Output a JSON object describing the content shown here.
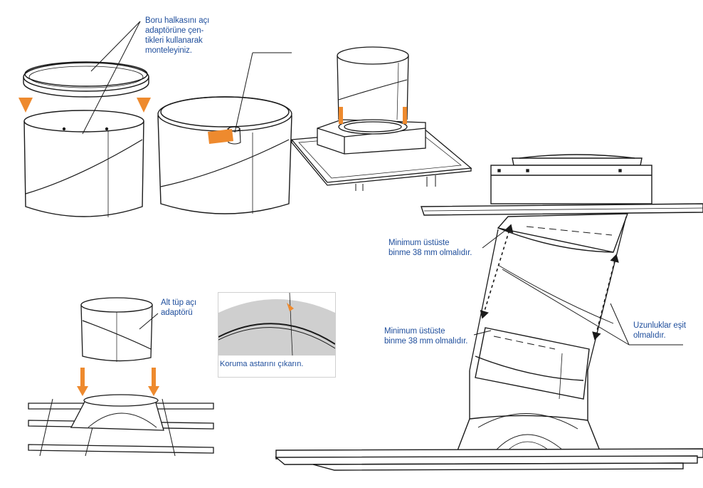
{
  "labels": {
    "ring_note": "Boru halkasını açı\nadaptörüne çen-\ntikleri kullanarak\nmonteleyiniz.",
    "lower_adapter": "Alt tüp açı\nadaptörü",
    "remove_film": "Koruma astarını çıkarın.",
    "overlap_top": "Minimum üstüste\nbinme 38 mm olmalıdır.",
    "overlap_bottom": "Minimum üstüste\nbinme 38 mm olmalıdır.",
    "equal_lengths": "Uzunluklar eşit\nolmalıdır."
  },
  "colors": {
    "label_blue": "#1f4e9c",
    "arrow_orange": "#ee8a2e",
    "line": "#1a1a1a",
    "inset_grey": "#cfcfcf"
  }
}
